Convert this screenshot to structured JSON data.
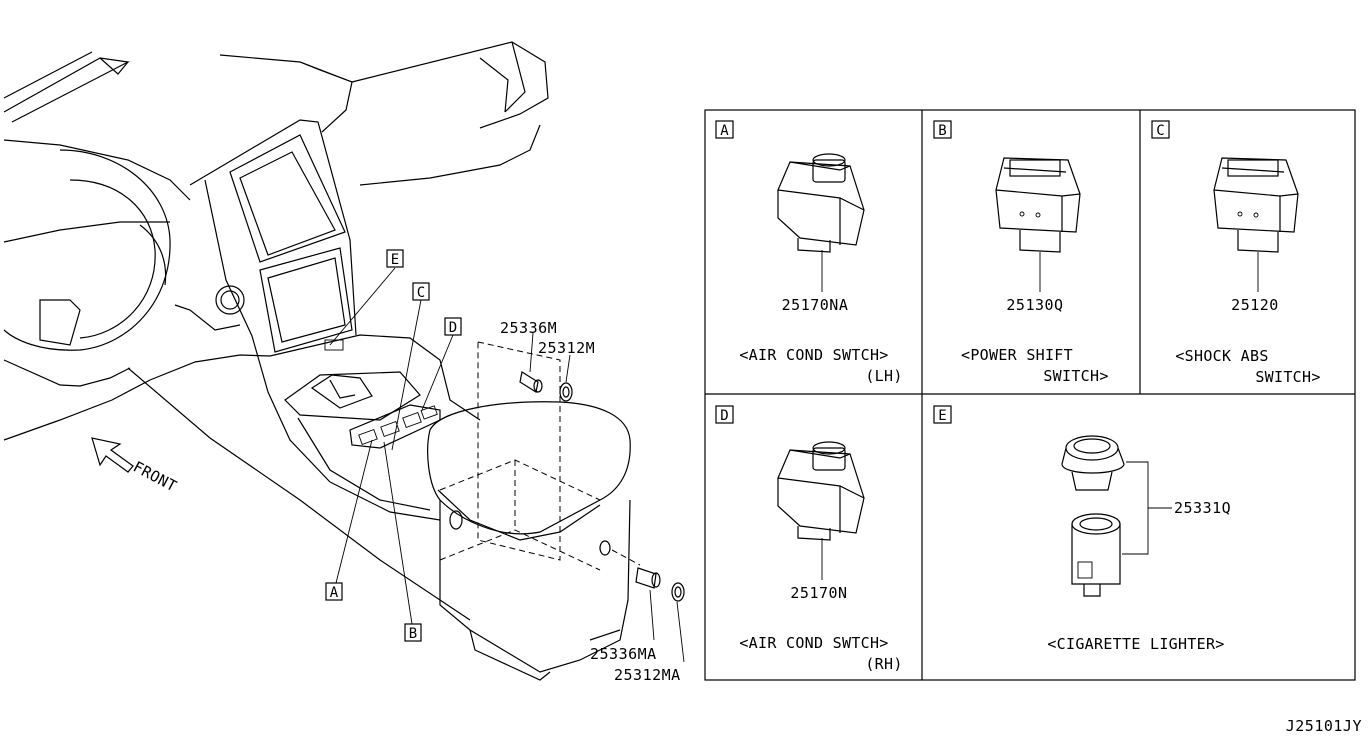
{
  "diagram": {
    "callout_letters": {
      "a": "A",
      "b": "B",
      "c": "C",
      "d": "D",
      "e": "E"
    },
    "front_label": "FRONT",
    "overview_part_numbers": {
      "p1": "25336M",
      "p2": "25312M",
      "p3": "25336MA",
      "p4": "25312MA"
    },
    "panels": {
      "a": {
        "letter": "A",
        "part": "25170NA",
        "caption1": "<AIR COND SWTCH>",
        "caption2": "(LH)"
      },
      "b": {
        "letter": "B",
        "part": "25130Q",
        "caption1": "<POWER SHIFT",
        "caption2": "SWITCH>"
      },
      "c": {
        "letter": "C",
        "part": "25120",
        "caption1": "<SHOCK ABS",
        "caption2": "SWITCH>"
      },
      "d": {
        "letter": "D",
        "part": "25170N",
        "caption1": "<AIR COND SWTCH>",
        "caption2": "(RH)"
      },
      "e": {
        "letter": "E",
        "part": "25331Q",
        "caption1": "<CIGARETTE LIGHTER>"
      }
    },
    "drawing_code": "J25101JY"
  }
}
